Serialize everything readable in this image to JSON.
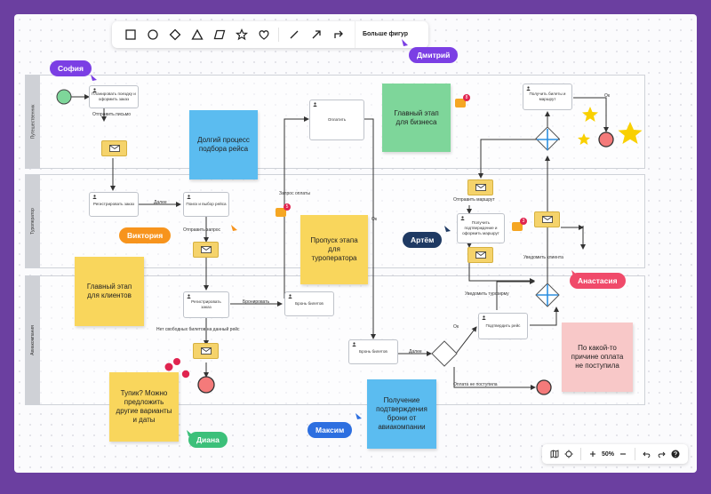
{
  "toolbar": {
    "tools": [
      "rectangle-icon",
      "circle-icon",
      "diamond-icon",
      "triangle-icon",
      "parallelogram-icon",
      "star-icon",
      "heart-icon",
      "line-icon",
      "arrow-icon",
      "connector-icon"
    ],
    "more_shapes_label": "Больше фигур"
  },
  "lanes": [
    "Путешественник",
    "Туроператор",
    "Авиакомпания"
  ],
  "tasks": {
    "plan": "Планировать поездку и оформить заказ",
    "register_order": "Регистрировать заказ",
    "search_flight": "Поиск и выбор рейса",
    "register_order2": "Регистрировать заказ",
    "book_tickets": "Бронь билетов",
    "pay": "Оплатить",
    "booking_tickets2": "Бронь билетов",
    "confirm_flight": "Подтвердить рейс",
    "get_confirmation": "Получить подтверждение и оформить маршрут",
    "get_tickets": "Получить билеты и маршрут"
  },
  "edge_labels": {
    "send_letter": "Отправить письмо",
    "more": "Далее",
    "send_request": "Отправить запрос",
    "book": "Бронировать",
    "no_seats": "Нет свободных билетов на данный рейс",
    "payment_request": "Запрос оплаты",
    "ok": "Ок",
    "ok2": "Ок",
    "ok3": "Ок",
    "more2": "Далее",
    "payment_not_received": "Оплата не поступила",
    "notify_operator": "Уведомить турфирму",
    "notify_client": "Уведомить клиента",
    "send_route": "Отправить маршрут"
  },
  "stickies": {
    "long_process": "Долгий процесс подбора рейса",
    "main_stage_business": "Главный этап для бизнеса",
    "skip_stage": "Пропуск этапа для туроператора",
    "main_stage_clients": "Главный этап для клиентов",
    "dead_end": "Тупик? Можно предложить другие варианты и даты",
    "receive_confirmation": "Получение подтверждения брони от авиакомпании",
    "unknown_reason": "По какой-то причине оплата не поступила"
  },
  "users": {
    "sofia": "София",
    "dmitry": "Дмитрий",
    "viktoria": "Виктория",
    "artem": "Артём",
    "anastasia": "Анастасия",
    "diana": "Диана",
    "maxim": "Максим"
  },
  "comment_counts": {
    "c1": "8",
    "c2": "5",
    "c3": "3"
  },
  "zoom": {
    "level": "50%"
  },
  "colors": {
    "frame": "#6b3fa0",
    "sticky_blue": "#5bbcf0",
    "sticky_green": "#7ed69a",
    "sticky_yellow": "#f9d65c",
    "sticky_pink": "#f8c8c8",
    "tag_purple": "#7b3fe4",
    "tag_orange": "#f7941d",
    "tag_navy": "#1f3a63",
    "tag_red": "#f04a6a",
    "tag_green": "#3cc07a",
    "tag_blue": "#2d6fe0"
  }
}
